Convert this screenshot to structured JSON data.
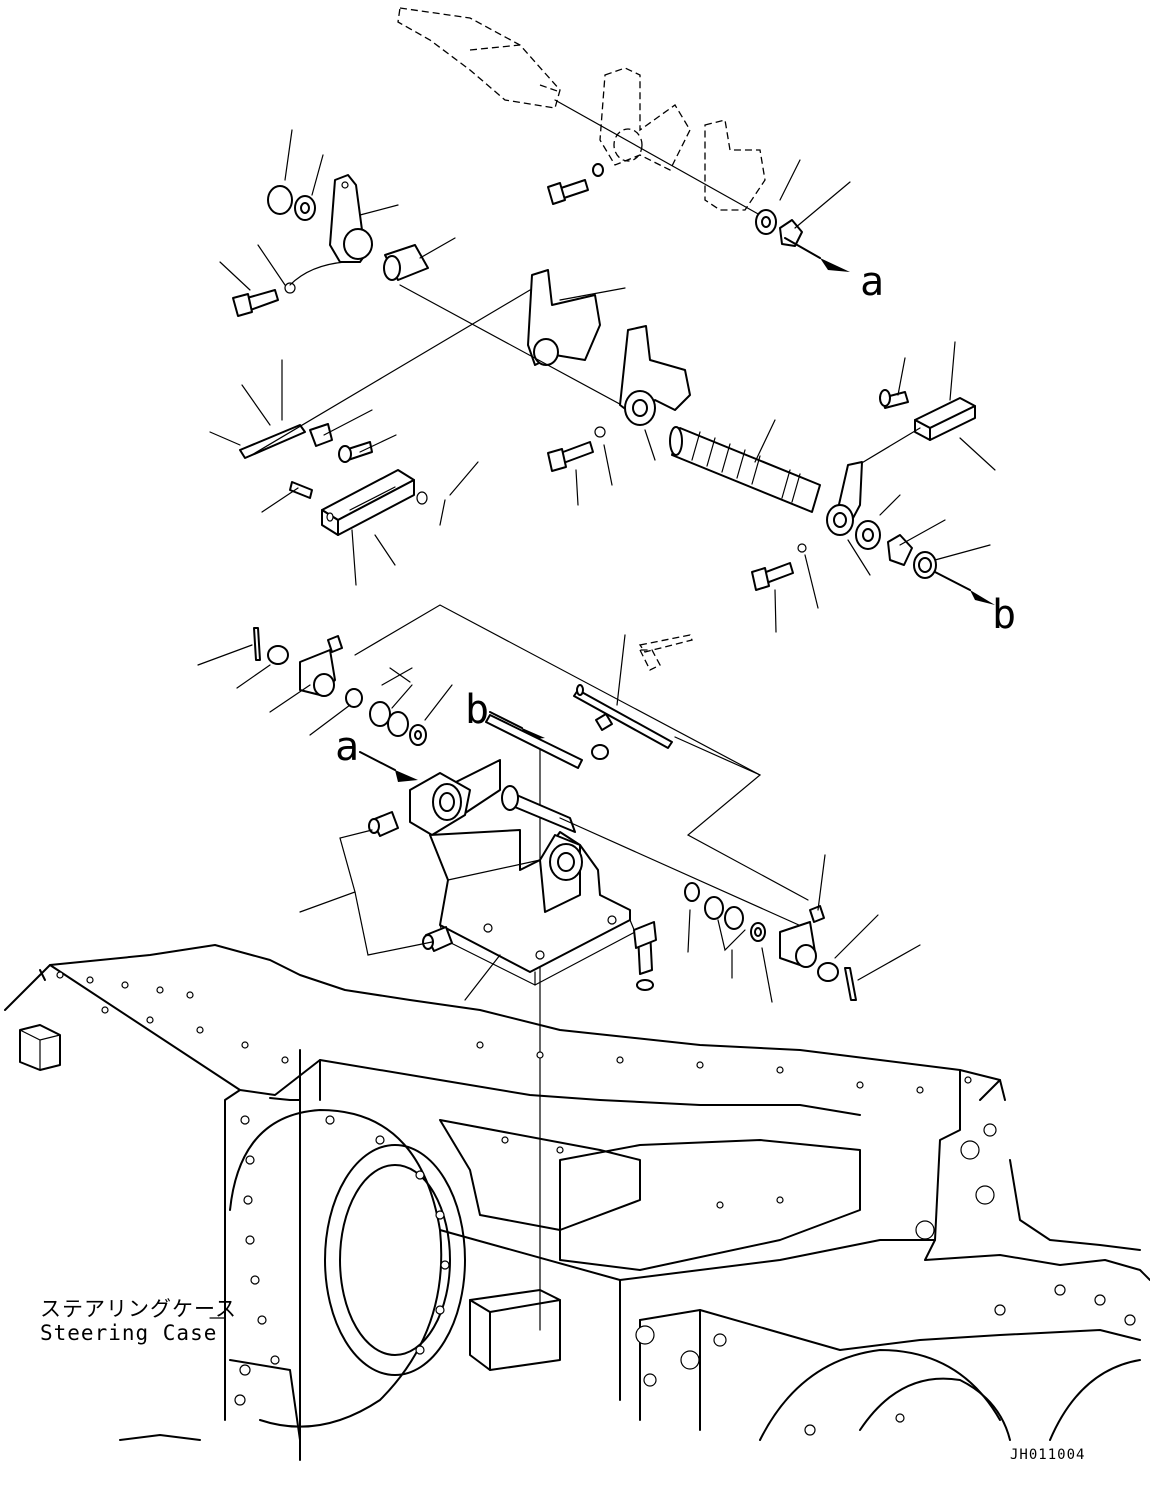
{
  "refs": {
    "a": "a",
    "b": "b"
  },
  "caption": {
    "jp": "ステアリングケース",
    "en": "Steering Case"
  },
  "drawing_code": "JH011004"
}
